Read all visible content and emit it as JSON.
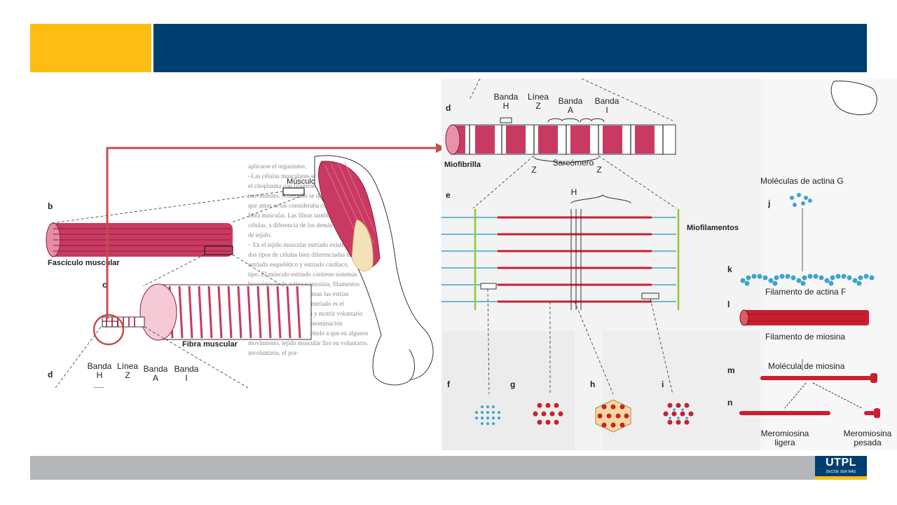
{
  "slide": {
    "colors": {
      "accent": "#FDBE14",
      "header": "#003F72",
      "footer": "#B4B6B7",
      "muscle": "#C93A62",
      "actin": "#3FA3CF",
      "myosin": "#C8202F"
    }
  },
  "logo": {
    "name": "UTPL",
    "tagline": "DECIDE SER MÁS"
  },
  "left_figure": {
    "labels": {
      "musculo": "Músculo",
      "b": "b",
      "fasciculo": "Fascículo muscular",
      "c": "c",
      "fibra": "Fibra muscular",
      "d": "d",
      "banda_h": "Banda\nH",
      "linea_z": "Línea\nZ",
      "banda_a": "Banda\nA",
      "banda_i": "Banda\nI"
    }
  },
  "right_figure": {
    "labels": {
      "d": "d",
      "banda_h": "Banda\nH",
      "linea_z": "Línea\nZ",
      "banda_a": "Banda\nA",
      "banda_i": "Banda\nI",
      "miofibrilla": "Miofibrilla",
      "z_left": "Z",
      "sarcomero": "Sarcómero",
      "z_right": "Z",
      "e": "e",
      "h": "H",
      "miofilamentos": "Miofilamentos",
      "f": "f",
      "g": "g",
      "h_panel": "h",
      "i": "i"
    }
  },
  "far_right": {
    "labels": {
      "actina_g": "Moléculas de actina G",
      "j": "j",
      "k": "k",
      "actina_f": "Filamento de actina F",
      "l": "l",
      "miosina_fil": "Filamento de miosina",
      "miosina_mol": "Molécula de miosina",
      "m": "m",
      "n": "n",
      "ligera": "Meromiosina\nligera",
      "pesada": "Meromiosina\npesada"
    }
  }
}
